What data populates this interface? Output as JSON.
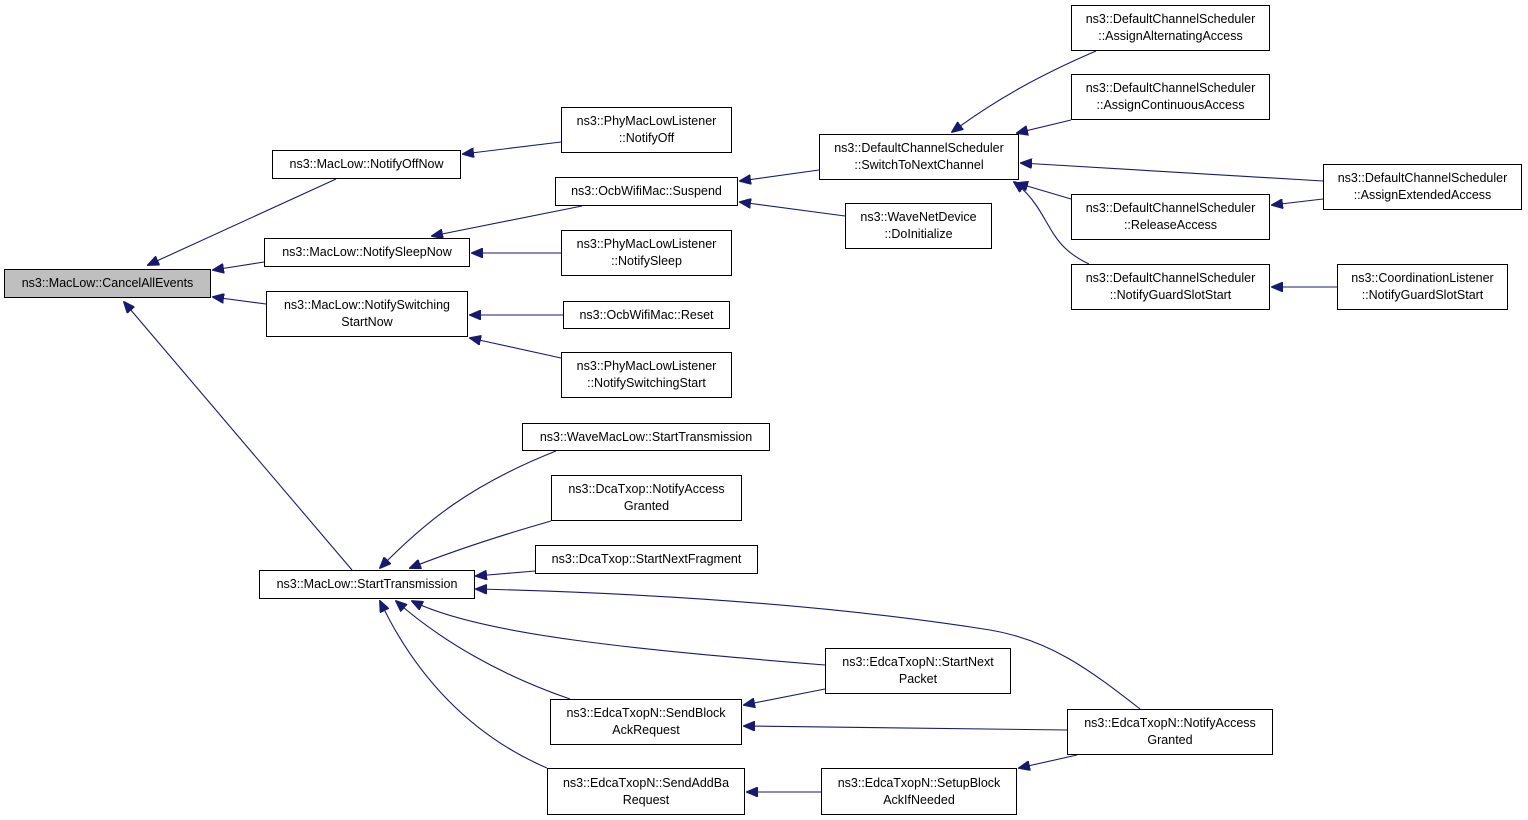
{
  "colors": {
    "edge": "#191970",
    "root_fill": "#bfbfbf",
    "node_fill": "#ffffff",
    "border": "#000000"
  },
  "nodes": {
    "n0": "ns3::MacLow::CancelAllEvents",
    "n1": "ns3::MacLow::NotifyOffNow",
    "n2": "ns3::MacLow::NotifySleepNow",
    "n3": "ns3::MacLow::NotifySwitching\nStartNow",
    "n4": "ns3::MacLow::StartTransmission",
    "n5": "ns3::PhyMacLowListener\n::NotifyOff",
    "n6": "ns3::OcbWifiMac::Suspend",
    "n7": "ns3::PhyMacLowListener\n::NotifySleep",
    "n8": "ns3::OcbWifiMac::Reset",
    "n9": "ns3::PhyMacLowListener\n::NotifySwitchingStart",
    "n10": "ns3::DefaultChannelScheduler\n::SwitchToNextChannel",
    "n11": "ns3::WaveNetDevice\n::DoInitialize",
    "n12": "ns3::DefaultChannelScheduler\n::AssignAlternatingAccess",
    "n13": "ns3::DefaultChannelScheduler\n::AssignContinuousAccess",
    "n14": "ns3::DefaultChannelScheduler\n::ReleaseAccess",
    "n15": "ns3::DefaultChannelScheduler\n::NotifyGuardSlotStart",
    "n16": "ns3::DefaultChannelScheduler\n::AssignExtendedAccess",
    "n17": "ns3::CoordinationListener\n::NotifyGuardSlotStart",
    "n18": "ns3::WaveMacLow::StartTransmission",
    "n19": "ns3::DcaTxop::NotifyAccess\nGranted",
    "n20": "ns3::DcaTxop::StartNextFragment",
    "n21": "ns3::EdcaTxopN::SendBlock\nAckRequest",
    "n22": "ns3::EdcaTxopN::SendAddBa\nRequest",
    "n23": "ns3::EdcaTxopN::StartNext\nPacket",
    "n24": "ns3::EdcaTxopN::NotifyAccess\nGranted",
    "n25": "ns3::EdcaTxopN::SetupBlock\nAckIfNeeded"
  }
}
